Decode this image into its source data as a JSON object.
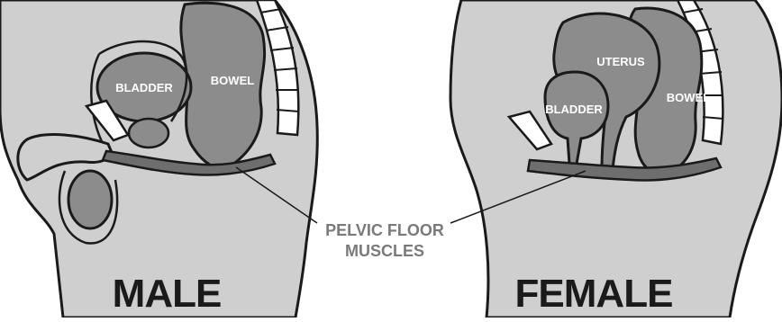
{
  "male": {
    "title": "MALE",
    "organs": {
      "bladder": "BLADDER",
      "bowel": "BOWEL"
    }
  },
  "female": {
    "title": "FEMALE",
    "organs": {
      "uterus": "UTERUS",
      "bladder": "BLADDER",
      "bowel": "BOWEL"
    }
  },
  "callout": {
    "line1": "PELVIC FLOOR",
    "line2": "MUSCLES"
  },
  "colors": {
    "body_fill": "#cfcfcf",
    "organ_fill": "#8c8c8c",
    "muscle_fill": "#6e6e6e",
    "outline": "#1a1a1a",
    "label_gray": "#7a7a7a",
    "title_dark": "#1a1a1a"
  }
}
